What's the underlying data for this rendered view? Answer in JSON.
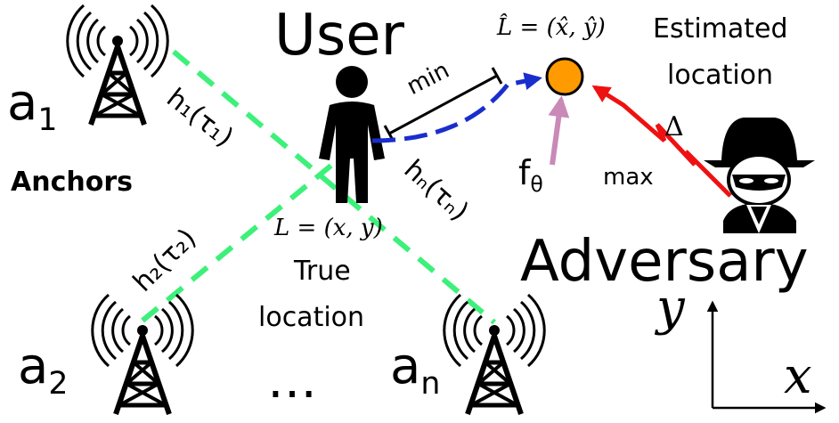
{
  "anchors": {
    "group_label": "Anchors",
    "a1": {
      "base": "a",
      "sub": "1"
    },
    "a2": {
      "base": "a",
      "sub": "2"
    },
    "an": {
      "base": "a",
      "sub": "n"
    },
    "ellipsis": "…"
  },
  "channels": {
    "h1": "h₁(τ₁)",
    "h2": "h₂(τ₂)",
    "hn": "hₙ(τₙ)"
  },
  "user": {
    "title": "User",
    "true_location_line1": "True",
    "true_location_line2": "location",
    "formula": "L = (x, y)"
  },
  "estimate": {
    "formula": "L̂ = (x̂, ŷ)",
    "label_line1": "Estimated",
    "label_line2": "location",
    "min_label": "min",
    "model": {
      "base": "f",
      "sub": "θ"
    }
  },
  "adversary": {
    "title": "Adversary",
    "max_label": "max",
    "delta": "Δ"
  },
  "axes": {
    "x": "x",
    "y": "y"
  },
  "colors": {
    "channel_line": "#3df07a",
    "user_arrow": "#1a2ecc",
    "model_arrow": "#c98ab8",
    "adversary_arrow": "#ee1111",
    "estimate_dot": "#ff9a00"
  }
}
